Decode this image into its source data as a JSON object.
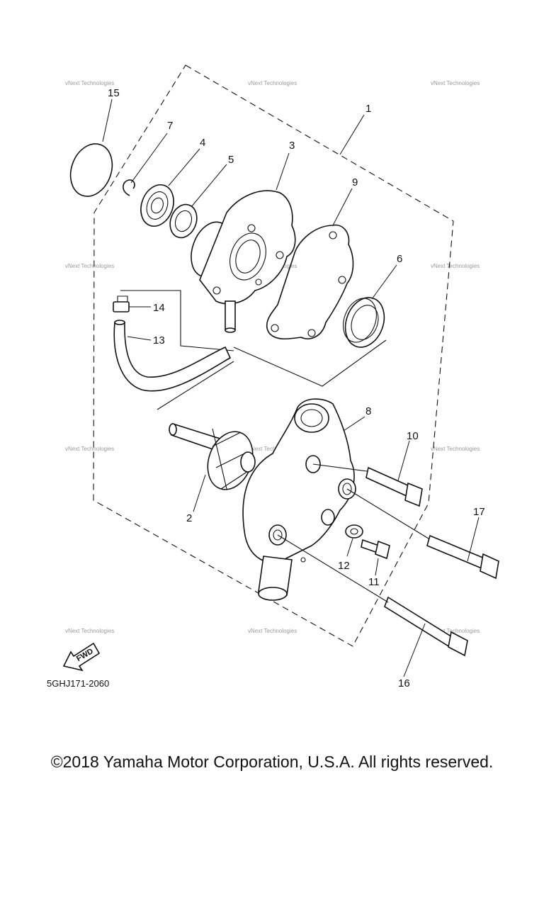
{
  "callouts": [
    "1",
    "2",
    "3",
    "4",
    "5",
    "6",
    "7",
    "8",
    "9",
    "10",
    "11",
    "12",
    "13",
    "14",
    "15",
    "16",
    "17"
  ],
  "watermark": "vNext Technologies",
  "part_code": "5GHJ171-2060",
  "fwd_label": "FWD",
  "copyright": "©2018 Yamaha Motor Corporation, U.S.A. All rights reserved."
}
